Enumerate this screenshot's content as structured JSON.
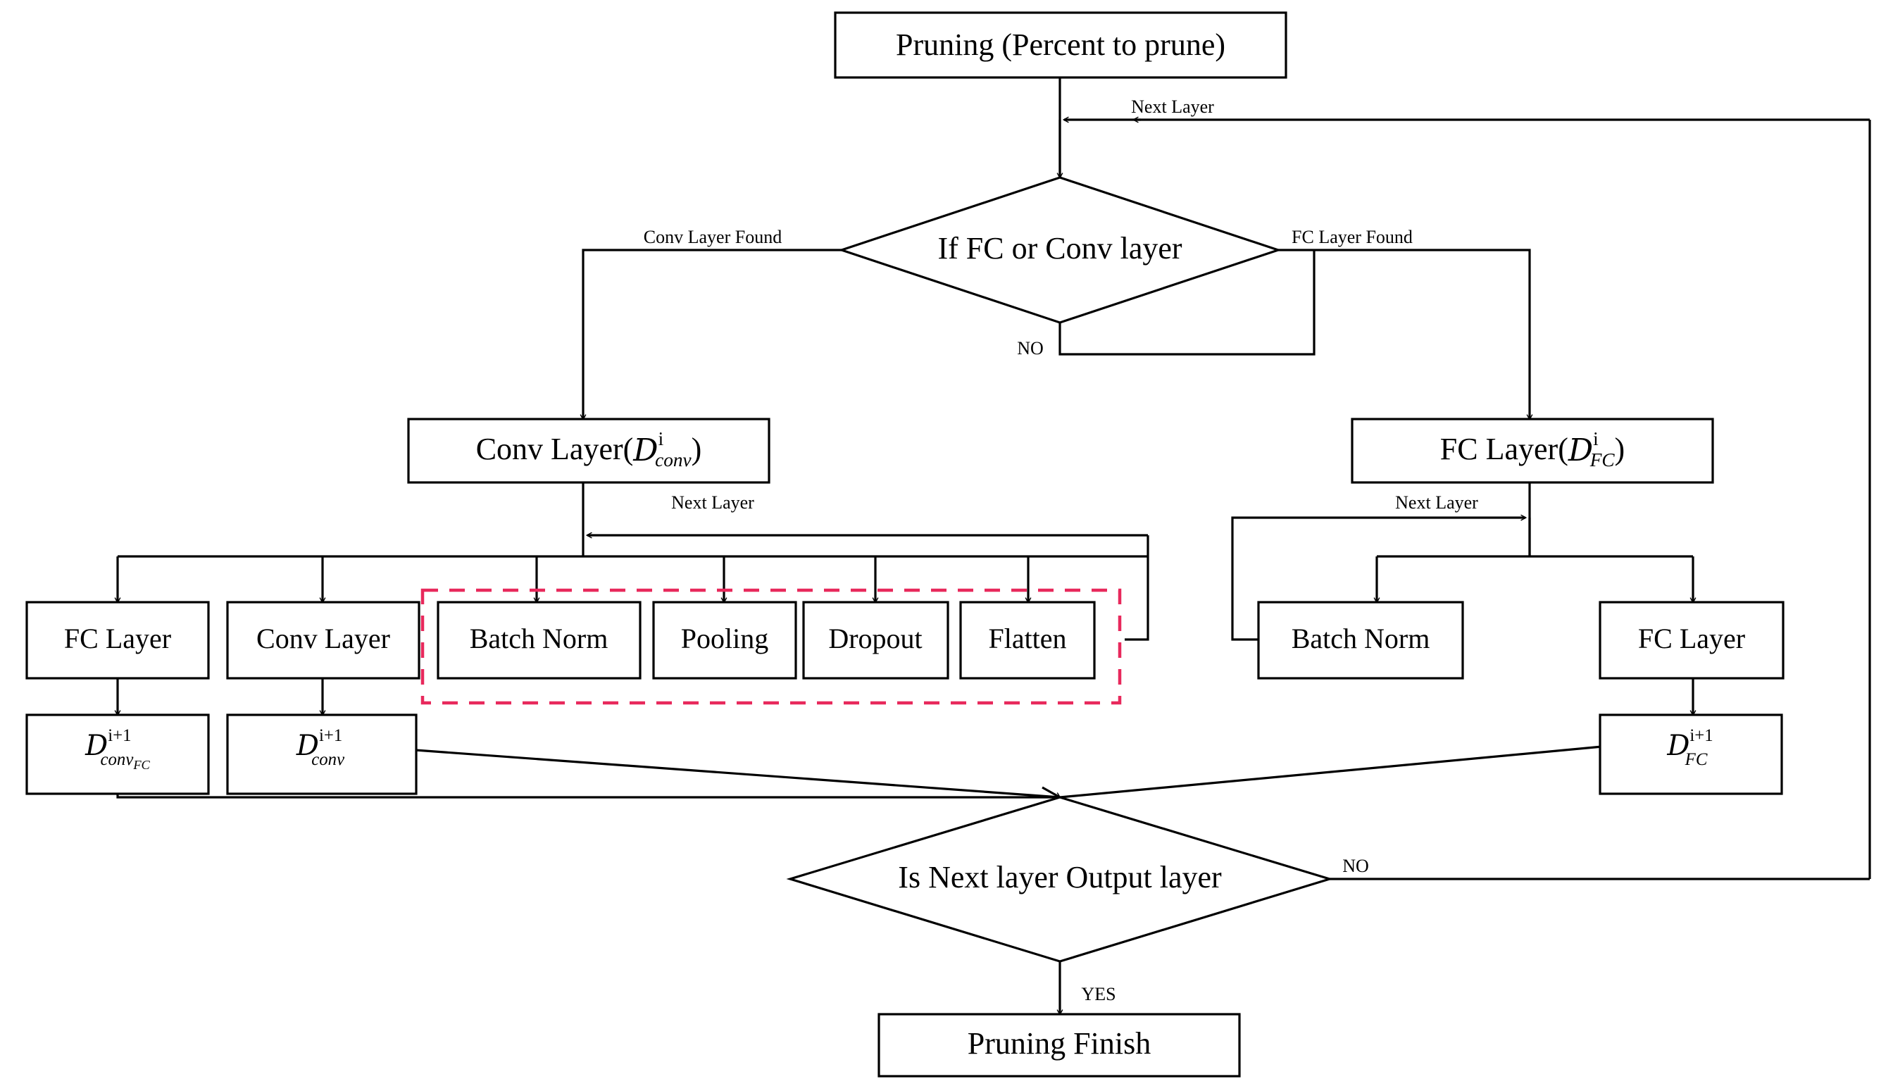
{
  "diagram": {
    "title": "Pruning flowchart",
    "accent_color": "#e8295c",
    "line_color": "#000000",
    "background": "#ffffff"
  },
  "nodes": {
    "start": {
      "label": "Pruning (Percent to prune)",
      "shape": "rect"
    },
    "decision_layer_type": {
      "label": "If FC or Conv layer",
      "shape": "diamond"
    },
    "conv_layer_d": {
      "shape": "rect",
      "text_prefix": "Conv Layer(",
      "symbol": "D",
      "sup": "i",
      "sub": "conv",
      "text_suffix": ")"
    },
    "fc_layer_d": {
      "shape": "rect",
      "text_prefix": "FC Layer(",
      "symbol": "D",
      "sup": "i",
      "sub": "FC",
      "text_suffix": ")"
    },
    "conv_children": [
      {
        "label": "FC Layer",
        "in_dashed_group": false
      },
      {
        "label": "Conv Layer",
        "in_dashed_group": false
      },
      {
        "label": "Batch Norm",
        "in_dashed_group": true
      },
      {
        "label": "Pooling",
        "in_dashed_group": true
      },
      {
        "label": "Dropout",
        "in_dashed_group": true
      },
      {
        "label": "Flatten",
        "in_dashed_group": true
      }
    ],
    "fc_children": [
      {
        "label": "Batch Norm"
      },
      {
        "label": "FC Layer"
      }
    ],
    "d_conv_fc": {
      "symbol": "D",
      "sup": "i+1",
      "sub": "conv",
      "subsub": "FC"
    },
    "d_conv": {
      "symbol": "D",
      "sup": "i+1",
      "sub": "conv",
      "subsub": ""
    },
    "d_fc": {
      "symbol": "D",
      "sup": "i+1",
      "sub": "FC",
      "subsub": ""
    },
    "decision_output_layer": {
      "label": "Is Next layer Output layer",
      "shape": "diamond"
    },
    "finish": {
      "label": "Pruning Finish",
      "shape": "rect"
    }
  },
  "edge_labels": {
    "next_layer_top": "Next Layer",
    "conv_found": "Conv Layer Found",
    "fc_found": "FC Layer Found",
    "no_layer_type": "NO",
    "next_layer_conv": "Next Layer",
    "next_layer_fc": "Next Layer",
    "no_output": "NO",
    "yes_output": "YES"
  }
}
